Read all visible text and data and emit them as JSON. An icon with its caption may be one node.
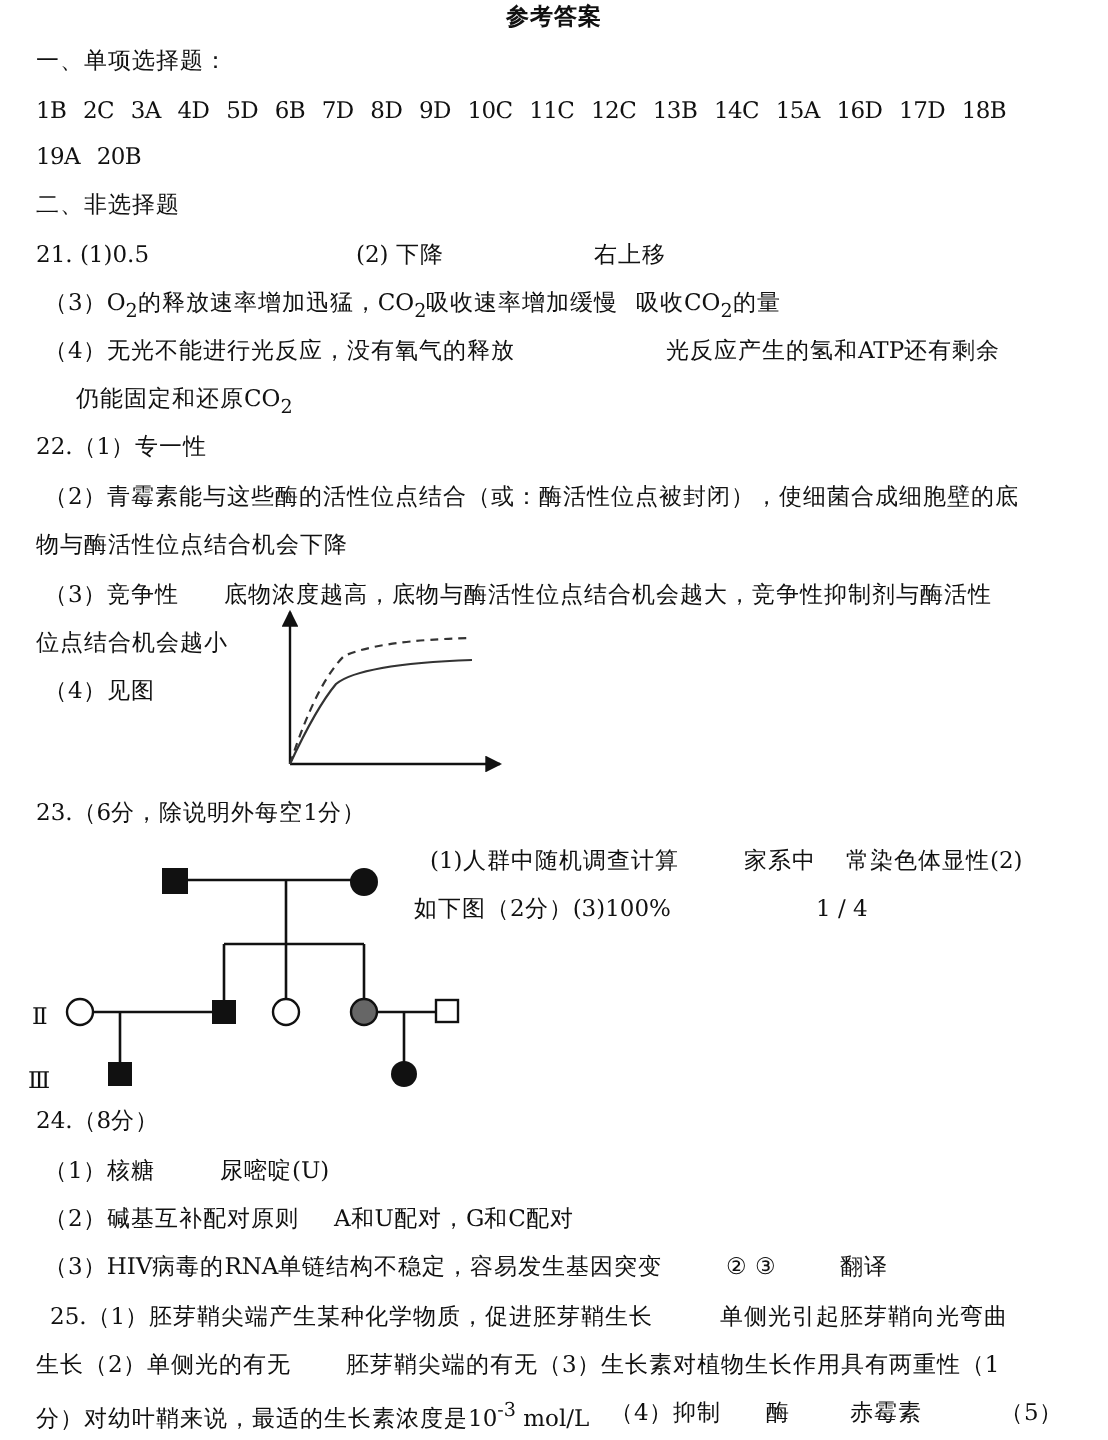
{
  "diagram": {
    "title": "参考答案",
    "labels": [
      "一、单项选择题：",
      "1B 2C 3A 4D 5D 6B 7D 8D 9D 10C 11C 12C 13B 14C 15A 16D 17D 18B",
      "19A 20B",
      "二、非选择题",
      "21. (1)0.5",
      "(2) 下降",
      "右上移",
      "（3）O$_{2}$的释放速率增加迅猛，CO$_{2}$吸收速率增加缓慢",
      "吸收CO$_{2}$的量",
      "（4）无光不能进行光反应，没有氧气的释放",
      "光反应产生的氢和ATP还有剩余",
      "仍能固定和还原CO$_{2}$",
      "22.（1）专一性",
      "（2）青霉素能与这些酶的活性位点结合（或：酶活性位点被封闭），使细菌合成细胞壁的底",
      "物与酶活性位点结合机会下降",
      "（3）竞争性",
      "底物浓度越高，底物与酶活性位点结合机会越大，竞争性抑制剂与酶活性",
      "位点结合机会越小",
      "（4）见图",
      "23.（6分，除说明外每空1分）",
      "(1)人群中随机调查计算",
      "家系中",
      "常染色体显性(2)",
      "如下图（2分）(3)100%",
      "1 / 4",
      "Ⅱ",
      "Ⅲ",
      "24.（8分）",
      "（1）核糖",
      "尿嘧啶(U)",
      "（2）碱基互补配对原则",
      "A和U配对，G和C配对",
      "（3）HIV病毒的RNA单链结构不稳定，容易发生基因突变",
      "② ③",
      "翻译",
      "25.（1）胚芽鞘尖端产生某种化学物质，促进胚芽鞘生长",
      "单侧光引起胚芽鞘向光弯曲",
      "生长（2）单侧光的有无",
      "胚芽鞘尖端的有无（3）生长素对植物生长作用具有两重性（1",
      "分）对幼叶鞘来说，最适的生长素浓度是10$^{-3}$ mol/L",
      "（4）抑制",
      "酶",
      "赤霉素",
      "（5）"
    ]
  }
}
